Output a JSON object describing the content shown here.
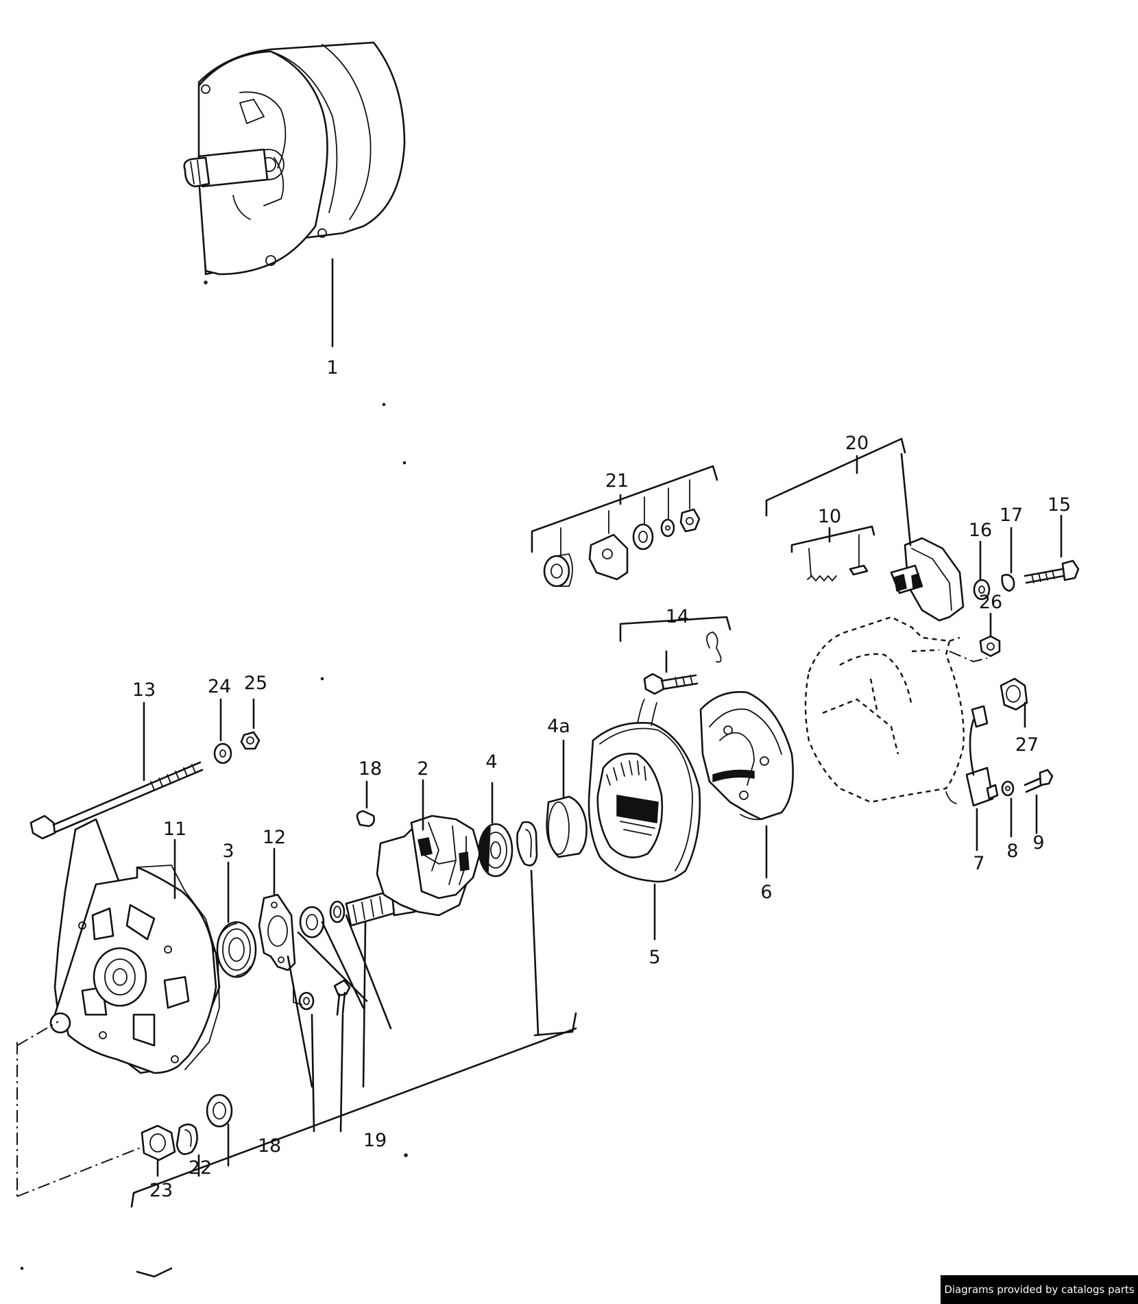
{
  "labels": {
    "p1": "1",
    "p2": "2",
    "p3": "3",
    "p4": "4",
    "p4a": "4a",
    "p5": "5",
    "p6": "6",
    "p7": "7",
    "p8": "8",
    "p9": "9",
    "p10": "10",
    "p11": "11",
    "p12": "12",
    "p13": "13",
    "p14": "14",
    "p15": "15",
    "p16": "16",
    "p17": "17",
    "p18a": "18",
    "p18b": "18",
    "p19": "19",
    "p20": "20",
    "p21": "21",
    "p22": "22",
    "p23": "23",
    "p24": "24",
    "p25": "25",
    "p26": "26",
    "p27": "27"
  },
  "footer": {
    "credit": "Diagrams provided by catalogs parts"
  }
}
